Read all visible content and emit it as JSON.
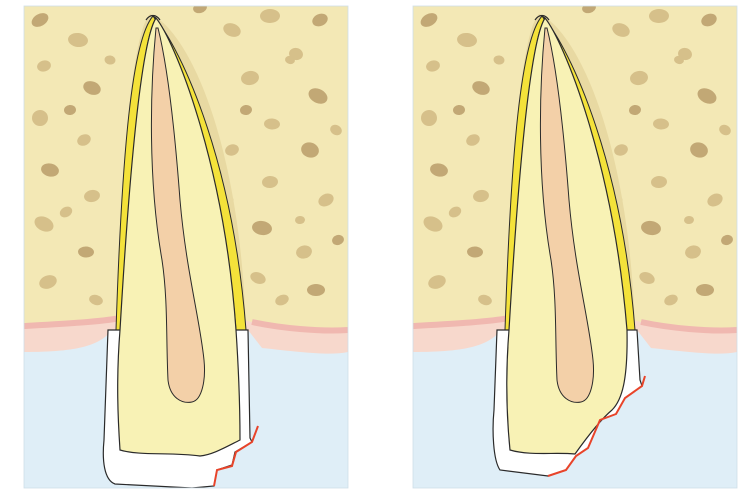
{
  "figure": {
    "panels": [
      {
        "id": "left",
        "stage": "incisal-enamel-chip"
      },
      {
        "id": "right",
        "stage": "larger-enamel-fracture"
      }
    ]
  },
  "colors": {
    "background": "#dfeef7",
    "bone": "#f3e8b5",
    "bone_pore": "#d6c08a",
    "bone_pore_dark": "#c2a875",
    "ligament": "#f4e23a",
    "dentin": "#f8f2b5",
    "enamel": "#ffffff",
    "pulp": "#f3d0a8",
    "outline": "#2a2a2a",
    "gingiva": "#f7d8cc",
    "gingiva_edge": "#f0b8b0",
    "fracture_line": "#e8442a"
  }
}
